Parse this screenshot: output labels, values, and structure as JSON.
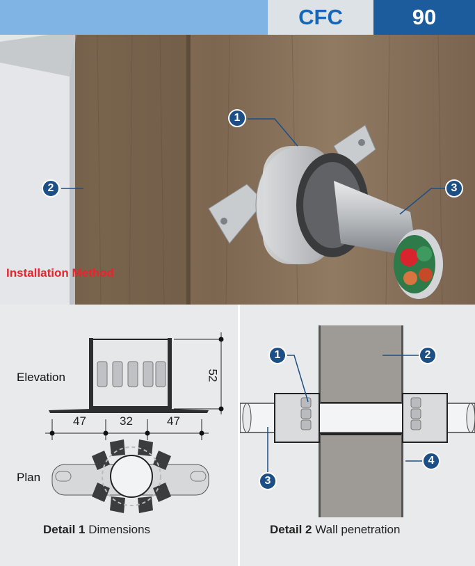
{
  "header": {
    "product": "CFC",
    "number": "90"
  },
  "hero": {
    "install_label": "Installation Method",
    "callouts": [
      "1",
      "2",
      "3"
    ]
  },
  "detail1": {
    "elevation_label": "Elevation",
    "plan_label": "Plan",
    "dim_height": "52",
    "dim_left": "47",
    "dim_mid": "32",
    "dim_right": "47",
    "caption_bold": "Detail 1",
    "caption_text": " Dimensions"
  },
  "detail2": {
    "callouts": [
      "1",
      "2",
      "3",
      "4"
    ],
    "caption_bold": "Detail 2",
    "caption_text": " Wall penetration"
  },
  "colors": {
    "accent_blue": "#1c5c9c",
    "light_blue": "#7fb4e4",
    "badge": "#1c4f86",
    "install_red": "#e8242c"
  }
}
